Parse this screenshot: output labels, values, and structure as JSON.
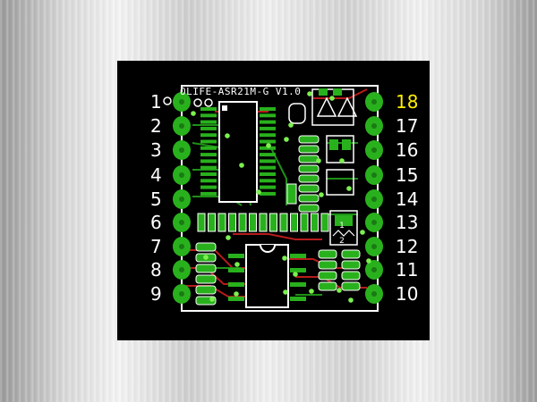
{
  "board": {
    "silkscreen_label": "OLIFE-ASR21M-G V1.0",
    "colors": {
      "background": "#000000",
      "pad": "#29b11d",
      "via": "#7cf050",
      "silkscreen": "#ffffff",
      "trace": "#c62828",
      "highlight_number": "#ffee00"
    },
    "pins_left": [
      "1",
      "2",
      "3",
      "4",
      "5",
      "6",
      "7",
      "8",
      "9"
    ],
    "pins_right": [
      "18",
      "17",
      "16",
      "15",
      "14",
      "13",
      "12",
      "11",
      "10"
    ],
    "highlighted_pin": "18",
    "ic_labels": [
      "1",
      "2"
    ]
  }
}
